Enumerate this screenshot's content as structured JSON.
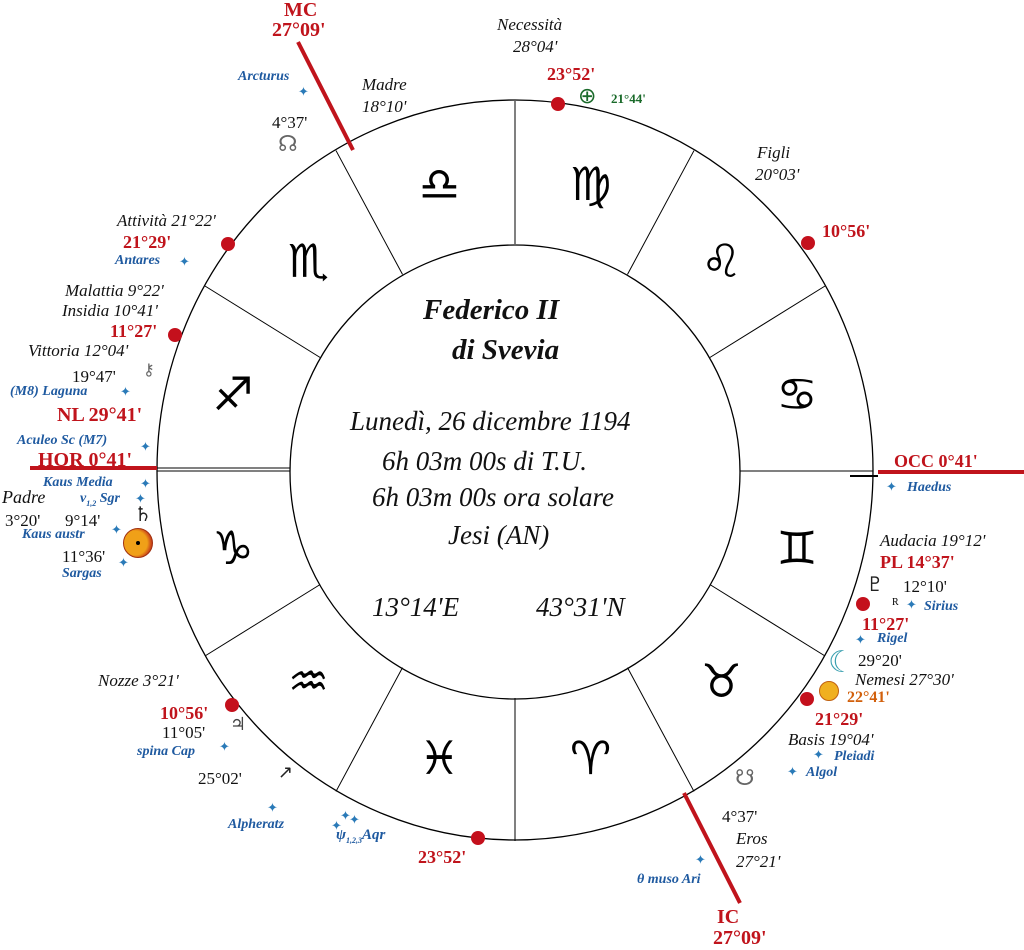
{
  "title": {
    "line1": "Federico II",
    "line2": "di Svevia"
  },
  "info": {
    "date": "Lunedì, 26 dicembre 1194",
    "ut": "6h 03m 00s di T.U.",
    "solar": "6h 03m 00s ora solare",
    "place": "Jesi (AN)",
    "lon": "13°14'E",
    "lat": "43°31'N"
  },
  "signs": [
    "♑︎",
    "♒︎",
    "♓︎",
    "♈︎",
    "♉︎",
    "♊︎",
    "♋︎",
    "♌︎",
    "♍︎",
    "♎︎",
    "♏︎",
    "♐︎"
  ],
  "angles": {
    "mc": "MC",
    "mc_deg": "27°09'",
    "ic": "IC",
    "ic_deg": "27°09'",
    "hor": "HOR 0°41'",
    "occ": "OCC 0°41'"
  },
  "lots": {
    "madre": "Madre",
    "madre_deg": "18°10'",
    "necessita": "Necessità",
    "necessita_deg": "28°04'",
    "figli": "Figli",
    "figli_deg": "20°03'",
    "attivita": "Attività 21°22'",
    "malattia": "Malattia 9°22'",
    "insidia": "Insidia 10°41'",
    "vittoria": "Vittoria  12°04'",
    "padre": "Padre",
    "padre_deg": "3°20'",
    "audacia": "Audacia 19°12'",
    "nemesi": "Nemesi 27°30'",
    "basis": "Basis 19°04'",
    "eros": "Eros",
    "eros_deg": "27°21'",
    "nozze": "Nozze 3°21'"
  },
  "cusps": {
    "c1": "23°52'",
    "c2": "10°56'",
    "c3": "21°29'",
    "c4": "11°27'",
    "c5": "11°27'",
    "c6": "21°29'",
    "c7": "23°52'",
    "c8": "10°56'"
  },
  "planets": {
    "node_n": "4°37'",
    "earth": "21°44'",
    "chiron": "19°47'",
    "nl": "NL 29°41'",
    "saturn": "9°14'",
    "sun": "11°36'",
    "pl": "PL 14°37'",
    "pluto": "12°10'",
    "moon": "29°20'",
    "mercury": "22°41'",
    "node_s": "4°37'",
    "jupiter": "11°05'",
    "uranus": "25°02'",
    "retro": "R"
  },
  "stars": {
    "arcturus": "Arcturus",
    "antares": "Antares",
    "laguna": "(M8) Laguna",
    "aculeo": "Aculeo Sc (M7)",
    "kaus_media": "Kaus Media",
    "v_sgr": "ν",
    "v_sub": "1,2",
    "v_sgr2": "Sgr",
    "kaus_austr": "Kaus austr",
    "sargas": "Sargas",
    "haedus": "Haedus",
    "sirius": "Sirius",
    "rigel": "Rigel",
    "pleiadi": "Pleiadi",
    "algol": "Algol",
    "muso_ari": "θ muso Ari",
    "psi_aqr": "ψ",
    "psi_sub": "1,2,3",
    "psi_aqr2": "Aqr",
    "alpheratz": "Alpheratz",
    "spina_cap": "spina Cap"
  },
  "colors": {
    "red": "#c0141c",
    "blue": "#1f5aa0",
    "green": "#1a6a2a",
    "orange": "#d2600c"
  }
}
